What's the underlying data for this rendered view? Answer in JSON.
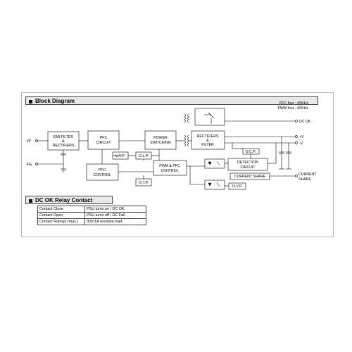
{
  "block_diagram": {
    "title": "Block Diagram",
    "freq_pfc": "PFC fosc : 65KHz",
    "freq_pwm": "PWM fosc : 60KHz",
    "blocks": {
      "emi_line1": "EMI FILTER",
      "emi_line2": "&",
      "emi_line3": "RECTIFIERS",
      "pfc_line1": "PFC",
      "pfc_line2": "CIRCUIT",
      "power_line1": "POWER",
      "power_line2": "SWITCHING",
      "rect_line1": "RECTIFIERS",
      "rect_line2": "&",
      "rect_line3": "FILTER",
      "uvp": "U.V.P.",
      "olp": "O.L.P.",
      "pfc_ctrl_line1": "PFC",
      "pfc_ctrl_line2": "CONTROL",
      "pwm_line1": "PWM & PFC",
      "pwm_line2": "CONTROL",
      "otp": "O.T.P.",
      "ocp": "O.C.P.",
      "detect_line1": "DETECTION",
      "detect_line2": "CIRCUIT",
      "current_share_block": "CURRENT SHARE",
      "ovp": "O.V.P."
    },
    "terminals": {
      "ip": "I/P",
      "fg": "FG",
      "dc_ok": "DC OK",
      "plus_v": "+V",
      "minus_v": "-V",
      "current_share_line1": "CURRENT",
      "current_share_line2": "SHARE"
    }
  },
  "relay_contact": {
    "title": "DC OK Relay Contact",
    "rows": [
      {
        "label": "Contact Close",
        "value": "PSU turns on / DC OK."
      },
      {
        "label": "Contact Open",
        "value": "PSU turns off / DC Fail."
      },
      {
        "label": "Contact Ratings (max.)",
        "value": "30V/1A resistive load."
      }
    ]
  }
}
